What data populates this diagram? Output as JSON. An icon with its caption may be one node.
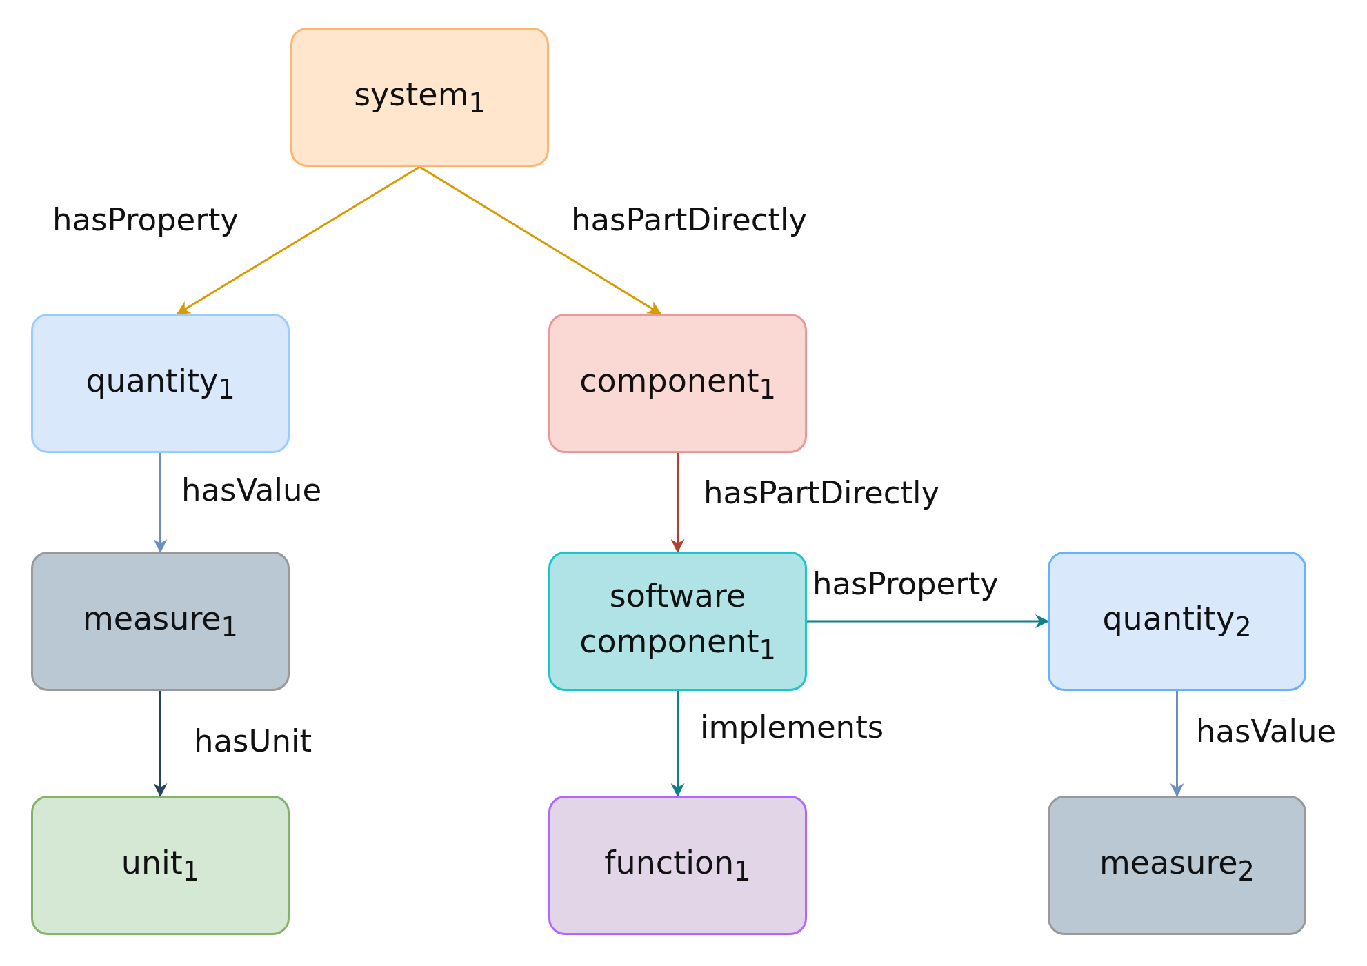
{
  "diagram": {
    "nodes": [
      {
        "text": [
          "system$_{1}$"
        ]
      },
      {
        "text": [
          "quantity$_{1}$"
        ]
      },
      {
        "text": [
          "component$_{1}$"
        ]
      },
      {
        "text": [
          "measure$_{1}$"
        ]
      },
      {
        "text": [
          "software component$_{1}$"
        ]
      },
      {
        "text": [
          "quantity$_{2}$"
        ]
      },
      {
        "text": [
          "unit$_{1}$"
        ]
      },
      {
        "text": [
          "function$_{1}$"
        ]
      },
      {
        "text": [
          "measure$_{2}$"
        ]
      }
    ],
    "edges": [
      {
        "from": 0,
        "to": 1,
        "arrow": "to",
        "label": "hasProperty",
        "color": "#d79b00"
      },
      {
        "from": 0,
        "to": 2,
        "arrow": "to",
        "label": "hasPartDirectly",
        "color": "#d79b00"
      },
      {
        "from": 1,
        "to": 3,
        "arrow": "to",
        "label": "hasValue",
        "color": "#6c8ebf"
      },
      {
        "from": 2,
        "to": 4,
        "arrow": "to",
        "label": "hasPartDirectly",
        "color": "#ae4132"
      },
      {
        "from": 4,
        "to": 5,
        "arrow": "to",
        "label": "hasProperty",
        "color": "#0e8088"
      },
      {
        "from": 3,
        "to": 6,
        "arrow": "to",
        "label": "hasUnit",
        "color": "#23445d"
      },
      {
        "from": 4,
        "to": 7,
        "arrow": "to",
        "label": "implements",
        "color": "#0e8088"
      },
      {
        "from": 5,
        "to": 8,
        "arrow": "to",
        "label": "hasValue",
        "color": "#6c8ebf"
      }
    ]
  }
}
